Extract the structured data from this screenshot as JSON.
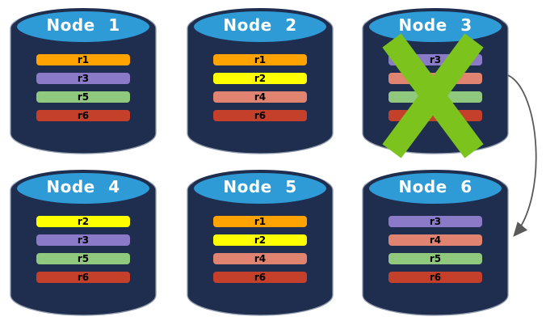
{
  "diagram": {
    "description": "Six database nodes holding replica rows; Node 3 is crossed out and a curved arrow points from Node 3 to Node 6",
    "node_style": {
      "top_color": "#2E9BD6",
      "body_color": "#1F2E4E",
      "outline_color": "#8D99AB",
      "title_color": "#FFFFFF",
      "row_label_color": "#000000"
    },
    "failure_mark": {
      "symbol": "X",
      "color": "#7DC31E",
      "on": "Node 3"
    },
    "arrow": {
      "from": "Node 3",
      "to": "Node 6",
      "color": "#595959"
    },
    "nodes": [
      {
        "label": "Node 1",
        "failed": false,
        "rows": [
          {
            "label": "r1",
            "color": "#FFA303"
          },
          {
            "label": "r3",
            "color": "#8A7AC8"
          },
          {
            "label": "r5",
            "color": "#90C87D"
          },
          {
            "label": "r6",
            "color": "#C5402A"
          }
        ]
      },
      {
        "label": "Node 2",
        "failed": false,
        "rows": [
          {
            "label": "r1",
            "color": "#FFA303"
          },
          {
            "label": "r2",
            "color": "#FFFF00"
          },
          {
            "label": "r4",
            "color": "#E08370"
          },
          {
            "label": "r6",
            "color": "#C5402A"
          }
        ]
      },
      {
        "label": "Node 3",
        "failed": true,
        "rows": [
          {
            "label": "r3",
            "color": "#8A7AC8"
          },
          {
            "label": "",
            "color": "#E08370"
          },
          {
            "label": "",
            "color": "#90C87D"
          },
          {
            "label": "",
            "color": "#C5402A"
          }
        ]
      },
      {
        "label": "Node 4",
        "failed": false,
        "rows": [
          {
            "label": "r2",
            "color": "#FFFF00"
          },
          {
            "label": "r3",
            "color": "#8A7AC8"
          },
          {
            "label": "r5",
            "color": "#90C87D"
          },
          {
            "label": "r6",
            "color": "#C5402A"
          }
        ]
      },
      {
        "label": "Node 5",
        "failed": false,
        "rows": [
          {
            "label": "r1",
            "color": "#FFA303"
          },
          {
            "label": "r2",
            "color": "#FFFF00"
          },
          {
            "label": "r4",
            "color": "#E08370"
          },
          {
            "label": "r6",
            "color": "#C5402A"
          }
        ]
      },
      {
        "label": "Node 6",
        "failed": false,
        "rows": [
          {
            "label": "r3",
            "color": "#8A7AC8"
          },
          {
            "label": "r4",
            "color": "#E08370"
          },
          {
            "label": "r5",
            "color": "#90C87D"
          },
          {
            "label": "r6",
            "color": "#C5402A"
          }
        ]
      }
    ]
  }
}
